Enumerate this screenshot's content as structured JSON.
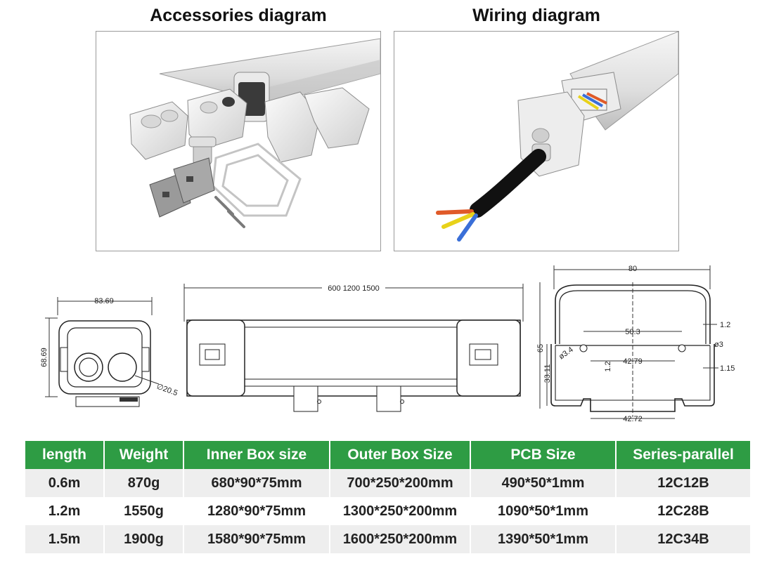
{
  "headings": {
    "accessories": "Accessories diagram",
    "wiring": "Wiring diagram"
  },
  "dimensions": {
    "end_width": "83.69",
    "end_height": "68.69",
    "gland_diameter": "∅20.5",
    "lengths": "600 1200 1500",
    "profile_width": "80",
    "profile_height": "65",
    "inner_width": "50.3",
    "inner_height": "33.11",
    "slot_width": "42.79",
    "base_width": "42.72",
    "hole_left": "ø3.4",
    "hole_right": "ø3",
    "side_wall": "1.2",
    "inner_wall": "1.2",
    "rib": "1.15"
  },
  "table": {
    "headers": [
      "length",
      "Weight",
      "Inner Box size",
      "Outer Box Size",
      "PCB Size",
      "Series-parallel"
    ],
    "rows": [
      [
        "0.6m",
        "870g",
        "680*90*75mm",
        "700*250*200mm",
        "490*50*1mm",
        "12C12B"
      ],
      [
        "1.2m",
        "1550g",
        "1280*90*75mm",
        "1300*250*200mm",
        "1090*50*1mm",
        "12C28B"
      ],
      [
        "1.5m",
        "1900g",
        "1580*90*75mm",
        "1600*250*200mm",
        "1390*50*1mm",
        "12C34B"
      ]
    ]
  },
  "colors": {
    "header_green": "#2e9c44",
    "row_grey": "#eeeeee",
    "wire_blue": "#3a6fd8",
    "wire_yellow": "#e8d21a",
    "wire_red": "#e05a28"
  }
}
